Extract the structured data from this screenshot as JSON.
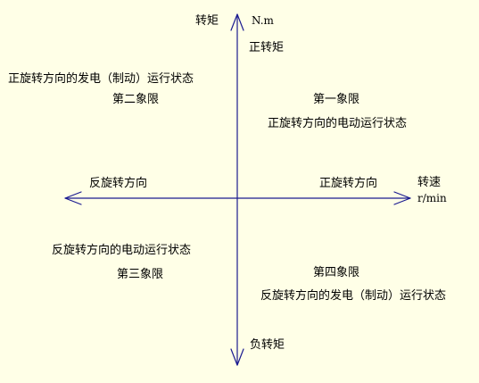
{
  "colors": {
    "background": "#FFFFE7",
    "axis": "#1A1A90",
    "text": "#000000"
  },
  "axes": {
    "vertical": {
      "label_top": "转矩",
      "unit_top": "N.m",
      "positive": "正转矩",
      "negative": "负转矩"
    },
    "horizontal": {
      "label_right": "转速",
      "unit_right": "r/min",
      "positive": "正旋转方向",
      "negative": "反旋转方向"
    }
  },
  "quadrants": {
    "q1": {
      "name": "第一象限",
      "state": "正旋转方向的电动运行状态"
    },
    "q2": {
      "name": "第二象限",
      "state": "正旋转方向的发电（制动）运行状态"
    },
    "q3": {
      "name": "第三象限",
      "state": "反旋转方向的电动运行状态"
    },
    "q4": {
      "name": "第四象限",
      "state": "反旋转方向的发电（制动）运行状态"
    }
  }
}
